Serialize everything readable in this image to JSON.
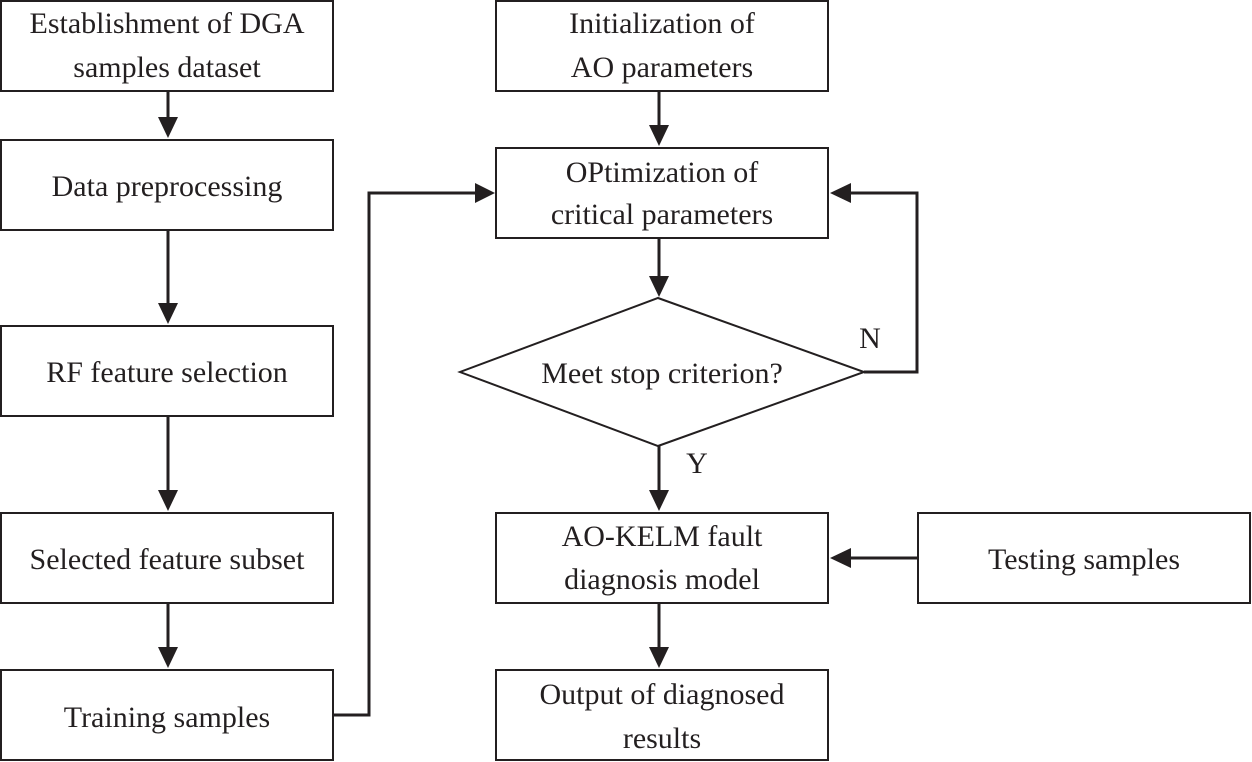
{
  "nodes": {
    "dataset": {
      "lines": [
        "Establishment of DGA",
        "samples dataset"
      ]
    },
    "preprocessing": {
      "lines": [
        "Data preprocessing"
      ]
    },
    "rf_selection": {
      "lines": [
        "RF feature selection"
      ]
    },
    "feature_subset": {
      "lines": [
        "Selected feature subset"
      ]
    },
    "training": {
      "lines": [
        "Training samples"
      ]
    },
    "init_ao": {
      "lines": [
        "Initialization of",
        "AO parameters"
      ]
    },
    "optimization": {
      "lines": [
        "OPtimization of",
        "critical parameters"
      ]
    },
    "stop_check": {
      "lines": [
        "Meet stop criterion?"
      ]
    },
    "kelm_model": {
      "lines": [
        "AO-KELM fault",
        "diagnosis model"
      ]
    },
    "testing": {
      "lines": [
        "Testing samples"
      ]
    },
    "output": {
      "lines": [
        "Output of diagnosed",
        "results"
      ]
    }
  },
  "edge_labels": {
    "no": "N",
    "yes": "Y"
  }
}
